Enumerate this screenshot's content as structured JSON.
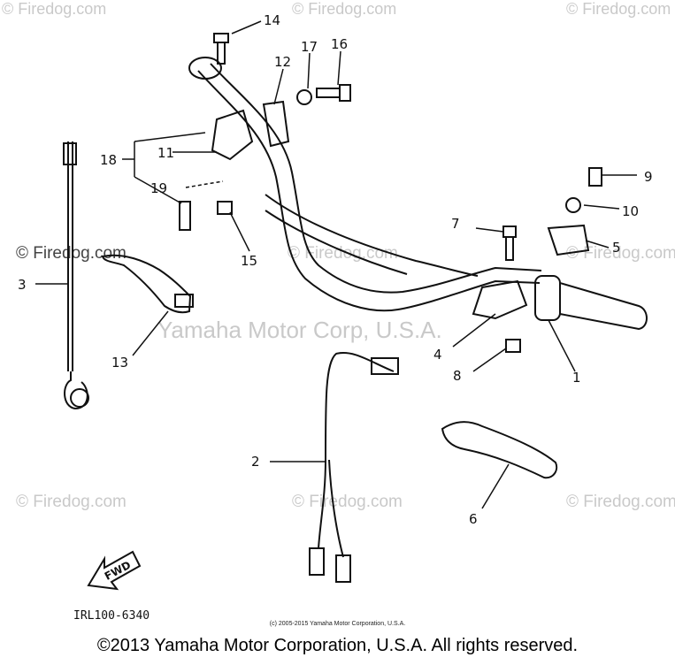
{
  "watermarks": {
    "site": "© Firedog.com",
    "center": "Yamaha Motor Corp, U.S.A."
  },
  "callouts": [
    "1",
    "2",
    "3",
    "4",
    "5",
    "6",
    "7",
    "8",
    "9",
    "10",
    "11",
    "12",
    "13",
    "14",
    "15",
    "16",
    "17",
    "18",
    "19"
  ],
  "fwd_label": "FWD",
  "part_code": "IRL100-6340",
  "copyright_small": "(c) 2005-2015 Yamaha Motor Corporation, U.S.A.",
  "copyright_main": "©2013 Yamaha Motor Corporation, U.S.A. All rights reserved."
}
